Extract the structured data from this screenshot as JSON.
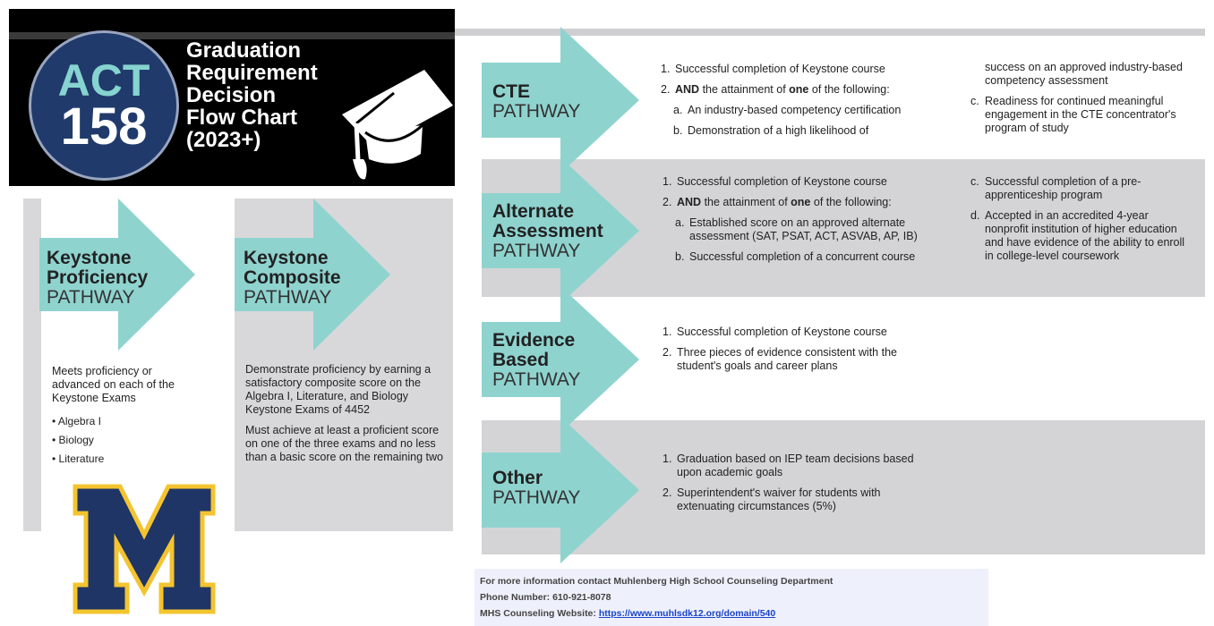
{
  "header": {
    "badge_top": "ACT",
    "badge_bottom": "158",
    "title": "Graduation\nRequirement\nDecision\nFlow Chart\n(2023+)",
    "icon": "graduation-cap-icon"
  },
  "colors": {
    "teal": "#8fd3cf",
    "navy": "#1f3566",
    "gray": "#d4d4d6",
    "maize": "#f4c430"
  },
  "keystone_proficiency": {
    "title": "Keystone\nProficiency",
    "pathway": "PATHWAY",
    "description": "Meets proficiency or advanced on each of the Keystone Exams",
    "exams": [
      "Algebra I",
      "Biology",
      "Literature"
    ]
  },
  "keystone_composite": {
    "title": "Keystone\nComposite",
    "pathway": "PATHWAY",
    "p1": "Demonstrate proficiency by earning a satisfactory composite score on the Algebra I, Literature, and Biology Keystone Exams of 4452",
    "p2": "Must achieve at least a proficient score on one of the three exams and no less than a basic score on the remaining two"
  },
  "cte": {
    "title": "CTE",
    "pathway": "PATHWAY",
    "item1_num": "1.",
    "item1": "Successful completion of Keystone course",
    "item2_num": "2.",
    "item2_and": "AND",
    "item2_mid": " the attainment of ",
    "item2_one": "one",
    "item2_end": " of the following:",
    "a_num": "a.",
    "a": "An industry-based competency certification",
    "b_num": "b.",
    "b": "Demonstration of a high likelihood of",
    "b_cont": "success on an approved industry-based competency assessment",
    "c_num": "c.",
    "c": "Readiness for continued meaningful engagement in the CTE concentrator's program of study"
  },
  "alternate": {
    "title": "Alternate\nAssessment",
    "pathway": "PATHWAY",
    "item1_num": "1.",
    "item1": "Successful completion of Keystone course",
    "item2_num": "2.",
    "item2_and": "AND",
    "item2_mid": " the attainment of ",
    "item2_one": "one",
    "item2_end": " of the following:",
    "a_num": "a.",
    "a": "Established score on an approved alternate assessment (SAT, PSAT, ACT, ASVAB, AP, IB)",
    "b_num": "b.",
    "b": "Successful completion of a concurrent course",
    "c_num": "c.",
    "c": "Successful completion of a pre-apprenticeship program",
    "d_num": "d.",
    "d": "Accepted in an accredited 4-year nonprofit institution of higher education and have evidence of the ability to enroll in college-level coursework"
  },
  "evidence": {
    "title": "Evidence\nBased",
    "pathway": "PATHWAY",
    "item1_num": "1.",
    "item1": "Successful completion of Keystone course",
    "item2_num": "2.",
    "item2": "Three pieces of evidence consistent with the student's goals and career plans"
  },
  "other": {
    "title": "Other",
    "pathway": "PATHWAY",
    "item1_num": "1.",
    "item1": "Graduation based on IEP team decisions based upon academic goals",
    "item2_num": "2.",
    "item2": "Superintendent's waiver for students with extenuating circumstances (5%)"
  },
  "logo": {
    "letter": "M"
  },
  "footer": {
    "line1": "For more information contact Muhlenberg High School Counseling Department",
    "line2": "Phone Number: 610-921-8078",
    "line3_label": "MHS Counseling Website: ",
    "line3_link": "https://www.muhlsdk12.org/domain/540"
  }
}
